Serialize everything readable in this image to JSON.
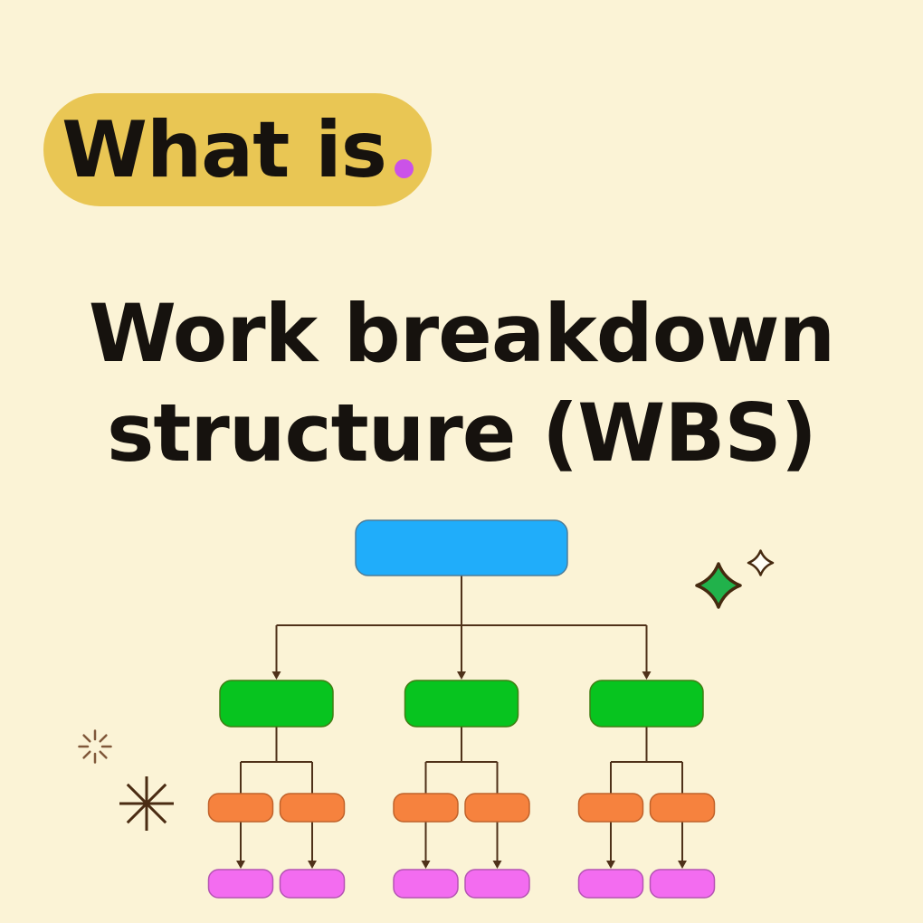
{
  "page": {
    "background": "#FBF3D6",
    "text_color": "#16120E"
  },
  "badge": {
    "label": "What is",
    "bg_color": "#E9C654",
    "dot_color": "#CB52E8"
  },
  "title": {
    "line1": "Work breakdown",
    "line2": "structure (WBS)"
  },
  "diagram": {
    "type": "tree",
    "connector_color": "#4F3119",
    "levels": [
      {
        "id": "level-1",
        "node_count": 1,
        "fill": "#20ADFA",
        "border": "#4C7C99"
      },
      {
        "id": "level-2",
        "node_count": 3,
        "fill": "#07C41F",
        "border": "#3F7E13"
      },
      {
        "id": "level-3",
        "node_count": 6,
        "fill": "#F6823E",
        "border": "#C0622A"
      },
      {
        "id": "level-4",
        "node_count": 6,
        "fill": "#F36CF0",
        "border": "#B455B2"
      }
    ]
  },
  "decorations": {
    "sparkle_large": {
      "fill": "#21B24B",
      "stroke": "#45290F"
    },
    "sparkle_small": {
      "fill": "#FFFEF6",
      "stroke": "#45290F"
    },
    "burst_small": {
      "stroke": "#80583A"
    },
    "asterisk": {
      "stroke": "#4A2B12"
    }
  }
}
